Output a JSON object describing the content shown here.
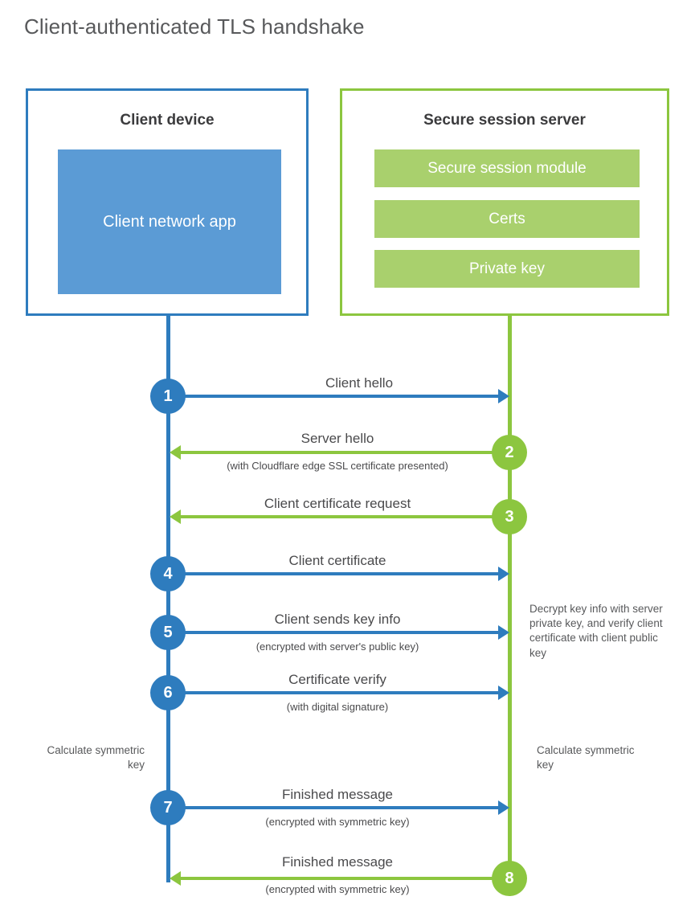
{
  "title": "Client-authenticated TLS handshake",
  "colors": {
    "blue": "#2e7cbe",
    "light_blue": "#5b9bd5",
    "green": "#8cc63f",
    "light_green": "#a9d06d",
    "text": "#4a4a4c",
    "title_text": "#58595b"
  },
  "client": {
    "title": "Client device",
    "app_label": "Client network app"
  },
  "server": {
    "title": "Secure session server",
    "components": [
      "Secure session module",
      "Certs",
      "Private key"
    ]
  },
  "steps": [
    {
      "number": "1",
      "label": "Client hello",
      "sub": "",
      "direction": "right",
      "color": "blue"
    },
    {
      "number": "2",
      "label": "Server hello",
      "sub": "(with Cloudflare edge SSL certificate presented)",
      "direction": "left",
      "color": "green"
    },
    {
      "number": "3",
      "label": "Client certificate request",
      "sub": "",
      "direction": "left",
      "color": "green"
    },
    {
      "number": "4",
      "label": "Client certificate",
      "sub": "",
      "direction": "right",
      "color": "blue"
    },
    {
      "number": "5",
      "label": "Client sends key info",
      "sub": "(encrypted with server's public key)",
      "direction": "right",
      "color": "blue"
    },
    {
      "number": "6",
      "label": "Certificate verify",
      "sub": "(with digital signature)",
      "direction": "right",
      "color": "blue"
    },
    {
      "number": "7",
      "label": "Finished message",
      "sub": "(encrypted with symmetric key)",
      "direction": "right",
      "color": "blue"
    },
    {
      "number": "8",
      "label": "Finished message",
      "sub": "(encrypted with symmetric key)",
      "direction": "left",
      "color": "green"
    }
  ],
  "annotations": {
    "server_decrypt": "Decrypt key info with server private key, and verify client certificate with client public key",
    "client_calculate": "Calculate symmetric key",
    "server_calculate": "Calculate symmetric key"
  }
}
